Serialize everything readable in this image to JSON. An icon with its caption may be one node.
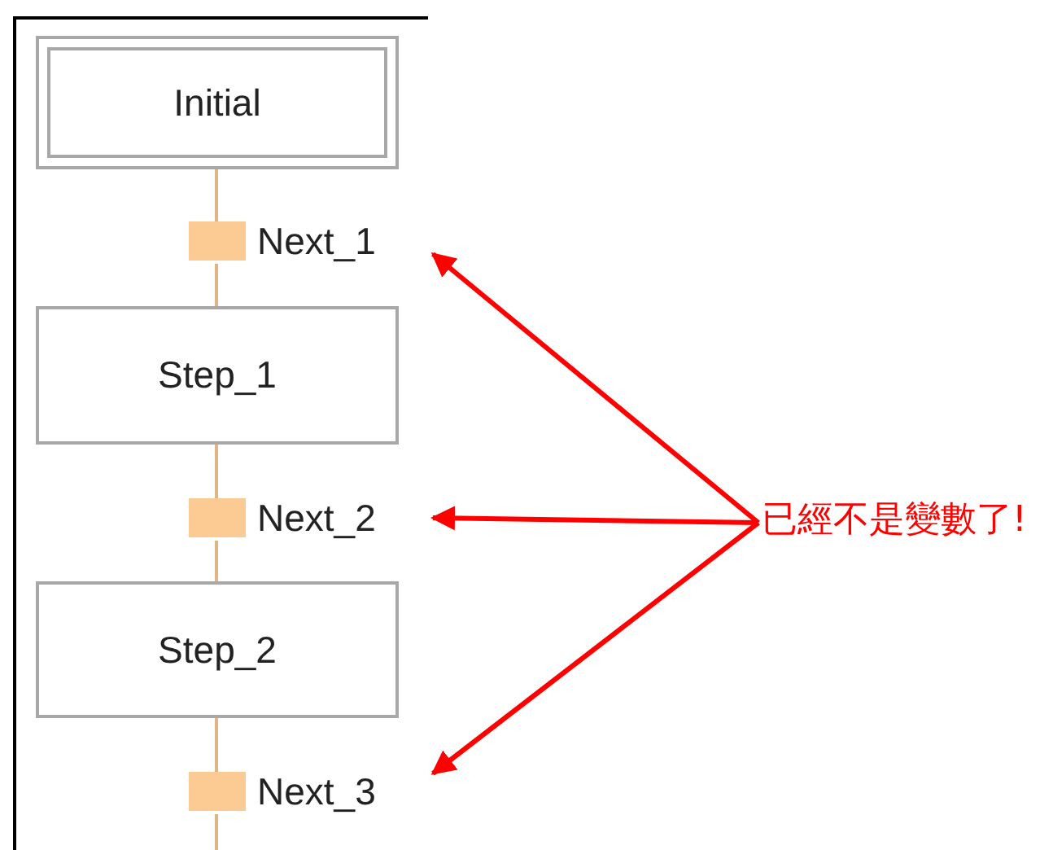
{
  "diagram": {
    "nodes": [
      {
        "text": [
          "Initial"
        ]
      },
      {
        "text": [
          "Next_1"
        ]
      },
      {
        "text": [
          "Step_1"
        ]
      },
      {
        "text": [
          "Next_2"
        ]
      },
      {
        "text": [
          "Step_2"
        ]
      },
      {
        "text": [
          "Next_3"
        ]
      },
      {
        "text": [
          "已經不是變數了!"
        ]
      }
    ],
    "edges": [
      {
        "from": 0,
        "to": 1,
        "arrow": "none"
      },
      {
        "from": 1,
        "to": 2,
        "arrow": "none"
      },
      {
        "from": 2,
        "to": 3,
        "arrow": "none"
      },
      {
        "from": 3,
        "to": 4,
        "arrow": "none"
      },
      {
        "from": 4,
        "to": 5,
        "arrow": "none"
      },
      {
        "from": 5,
        "to": null,
        "arrow": "none"
      },
      {
        "from": 6,
        "to": 1,
        "arrow": "to",
        "color": "#ff0000"
      },
      {
        "from": 6,
        "to": 3,
        "arrow": "to",
        "color": "#ff0000"
      },
      {
        "from": 6,
        "to": 5,
        "arrow": "to",
        "color": "#ff0000"
      }
    ]
  }
}
